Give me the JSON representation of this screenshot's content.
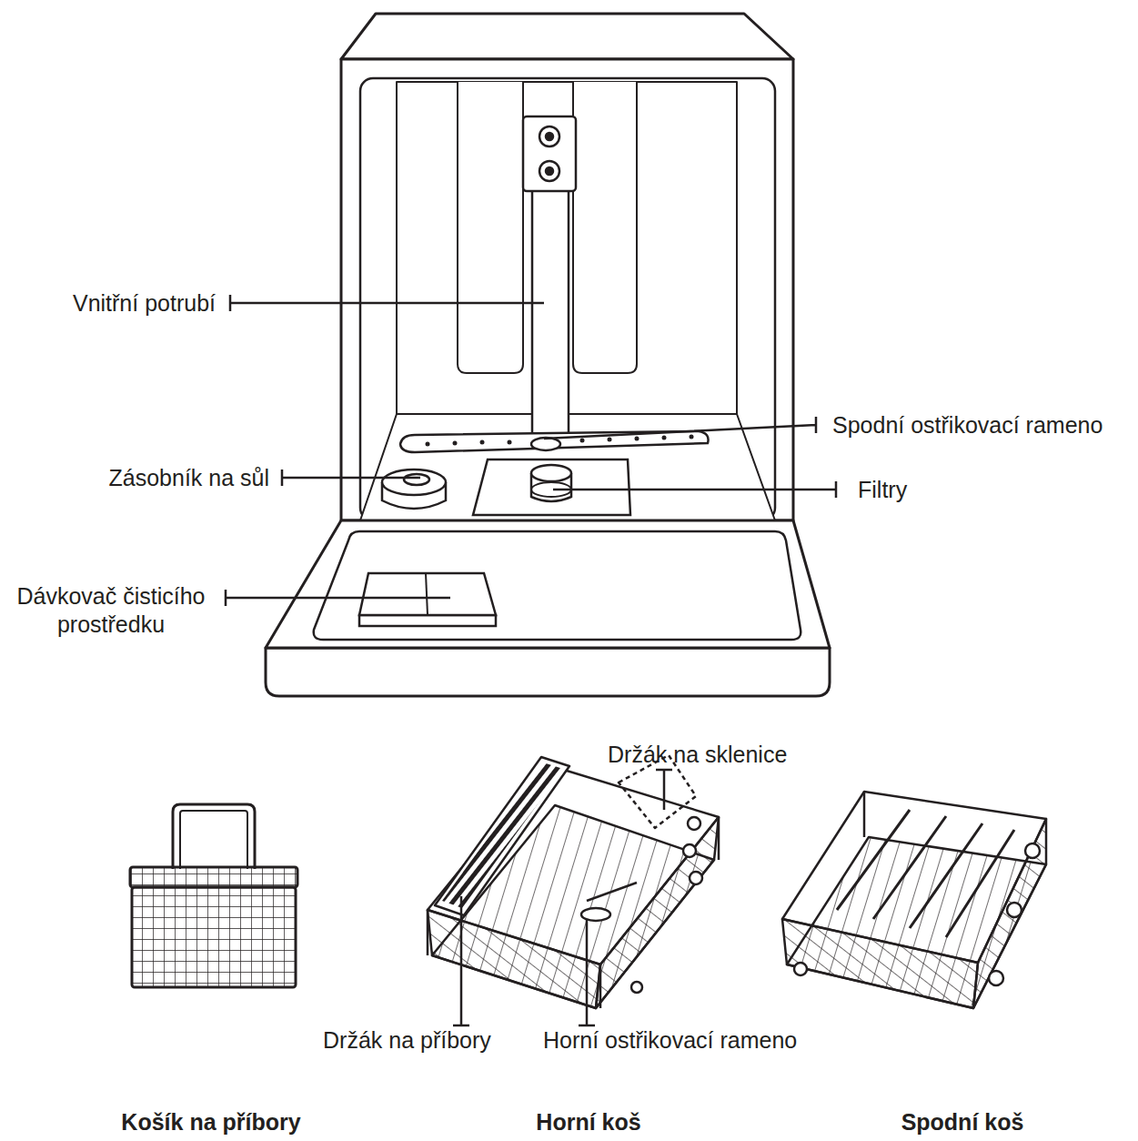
{
  "diagram": {
    "labels": [
      "Vnitřní potrubí",
      "Spodní ostřikovací rameno",
      "Zásobník na sůl",
      "Filtry",
      "Dávkovač čisticího prostředku",
      "Držák na sklenice",
      "Držák na příbory",
      "Horní ostřikovací rameno",
      "Košík na příbory",
      "Horní koš",
      "Spodní koš"
    ]
  }
}
